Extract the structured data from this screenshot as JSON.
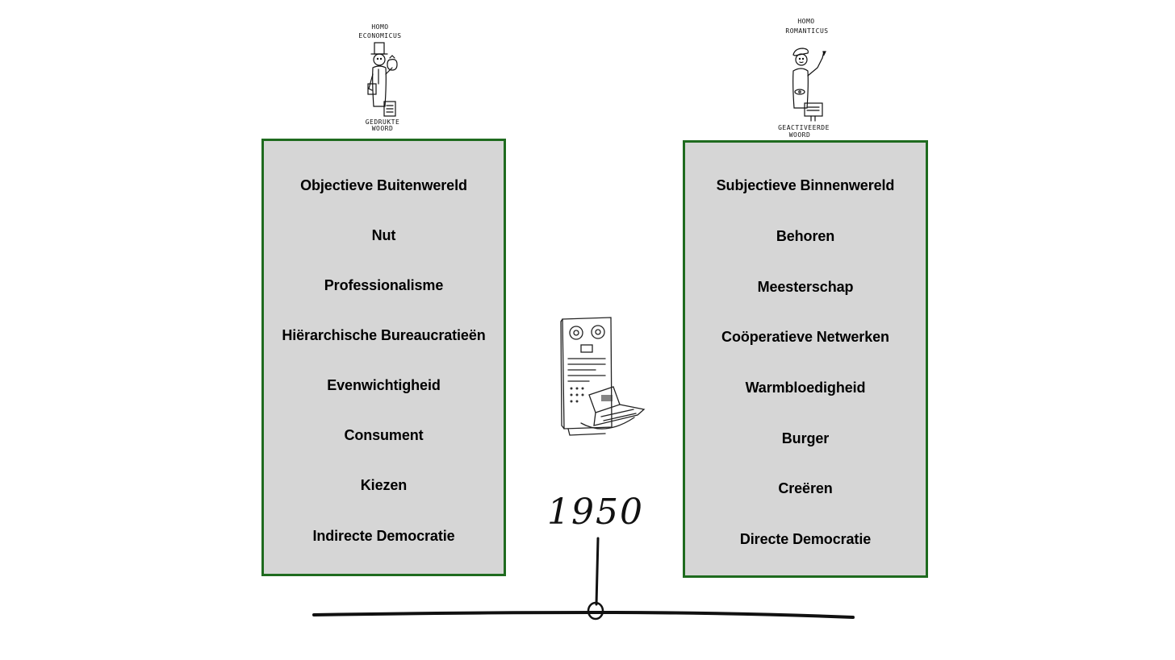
{
  "left_figure": {
    "title_line1": "HOMO",
    "title_line2": "ECONOMICUS",
    "caption_line1": "GEDRUKTE",
    "caption_line2": "WOORD"
  },
  "right_figure": {
    "title_line1": "HOMO",
    "title_line2": "ROMANTICUS",
    "caption_line1": "GEACTIVEERDE",
    "caption_line2": "WOORD"
  },
  "left_panel": {
    "items": [
      "Objectieve Buitenwereld",
      "Nut",
      "Professionalisme",
      "Hiërarchische Bureaucratieën",
      "Evenwichtigheid",
      "Consument",
      "Kiezen",
      "Indirecte Democratie"
    ]
  },
  "right_panel": {
    "items": [
      "Subjectieve Binnenwereld",
      "Behoren",
      "Meesterschap",
      "Coöperatieve Netwerken",
      "Warmbloedigheid",
      "Burger",
      "Creëren",
      "Directe Democratie"
    ]
  },
  "timeline": {
    "year_label": "1950"
  },
  "colors": {
    "panel_border": "#1f6b1f",
    "panel_fill": "#d6d6d6"
  },
  "icons": {
    "left_figure": "businessman-top-hat-icon",
    "right_figure": "artist-with-brush-icon",
    "center": "mainframe-computer-icon"
  }
}
